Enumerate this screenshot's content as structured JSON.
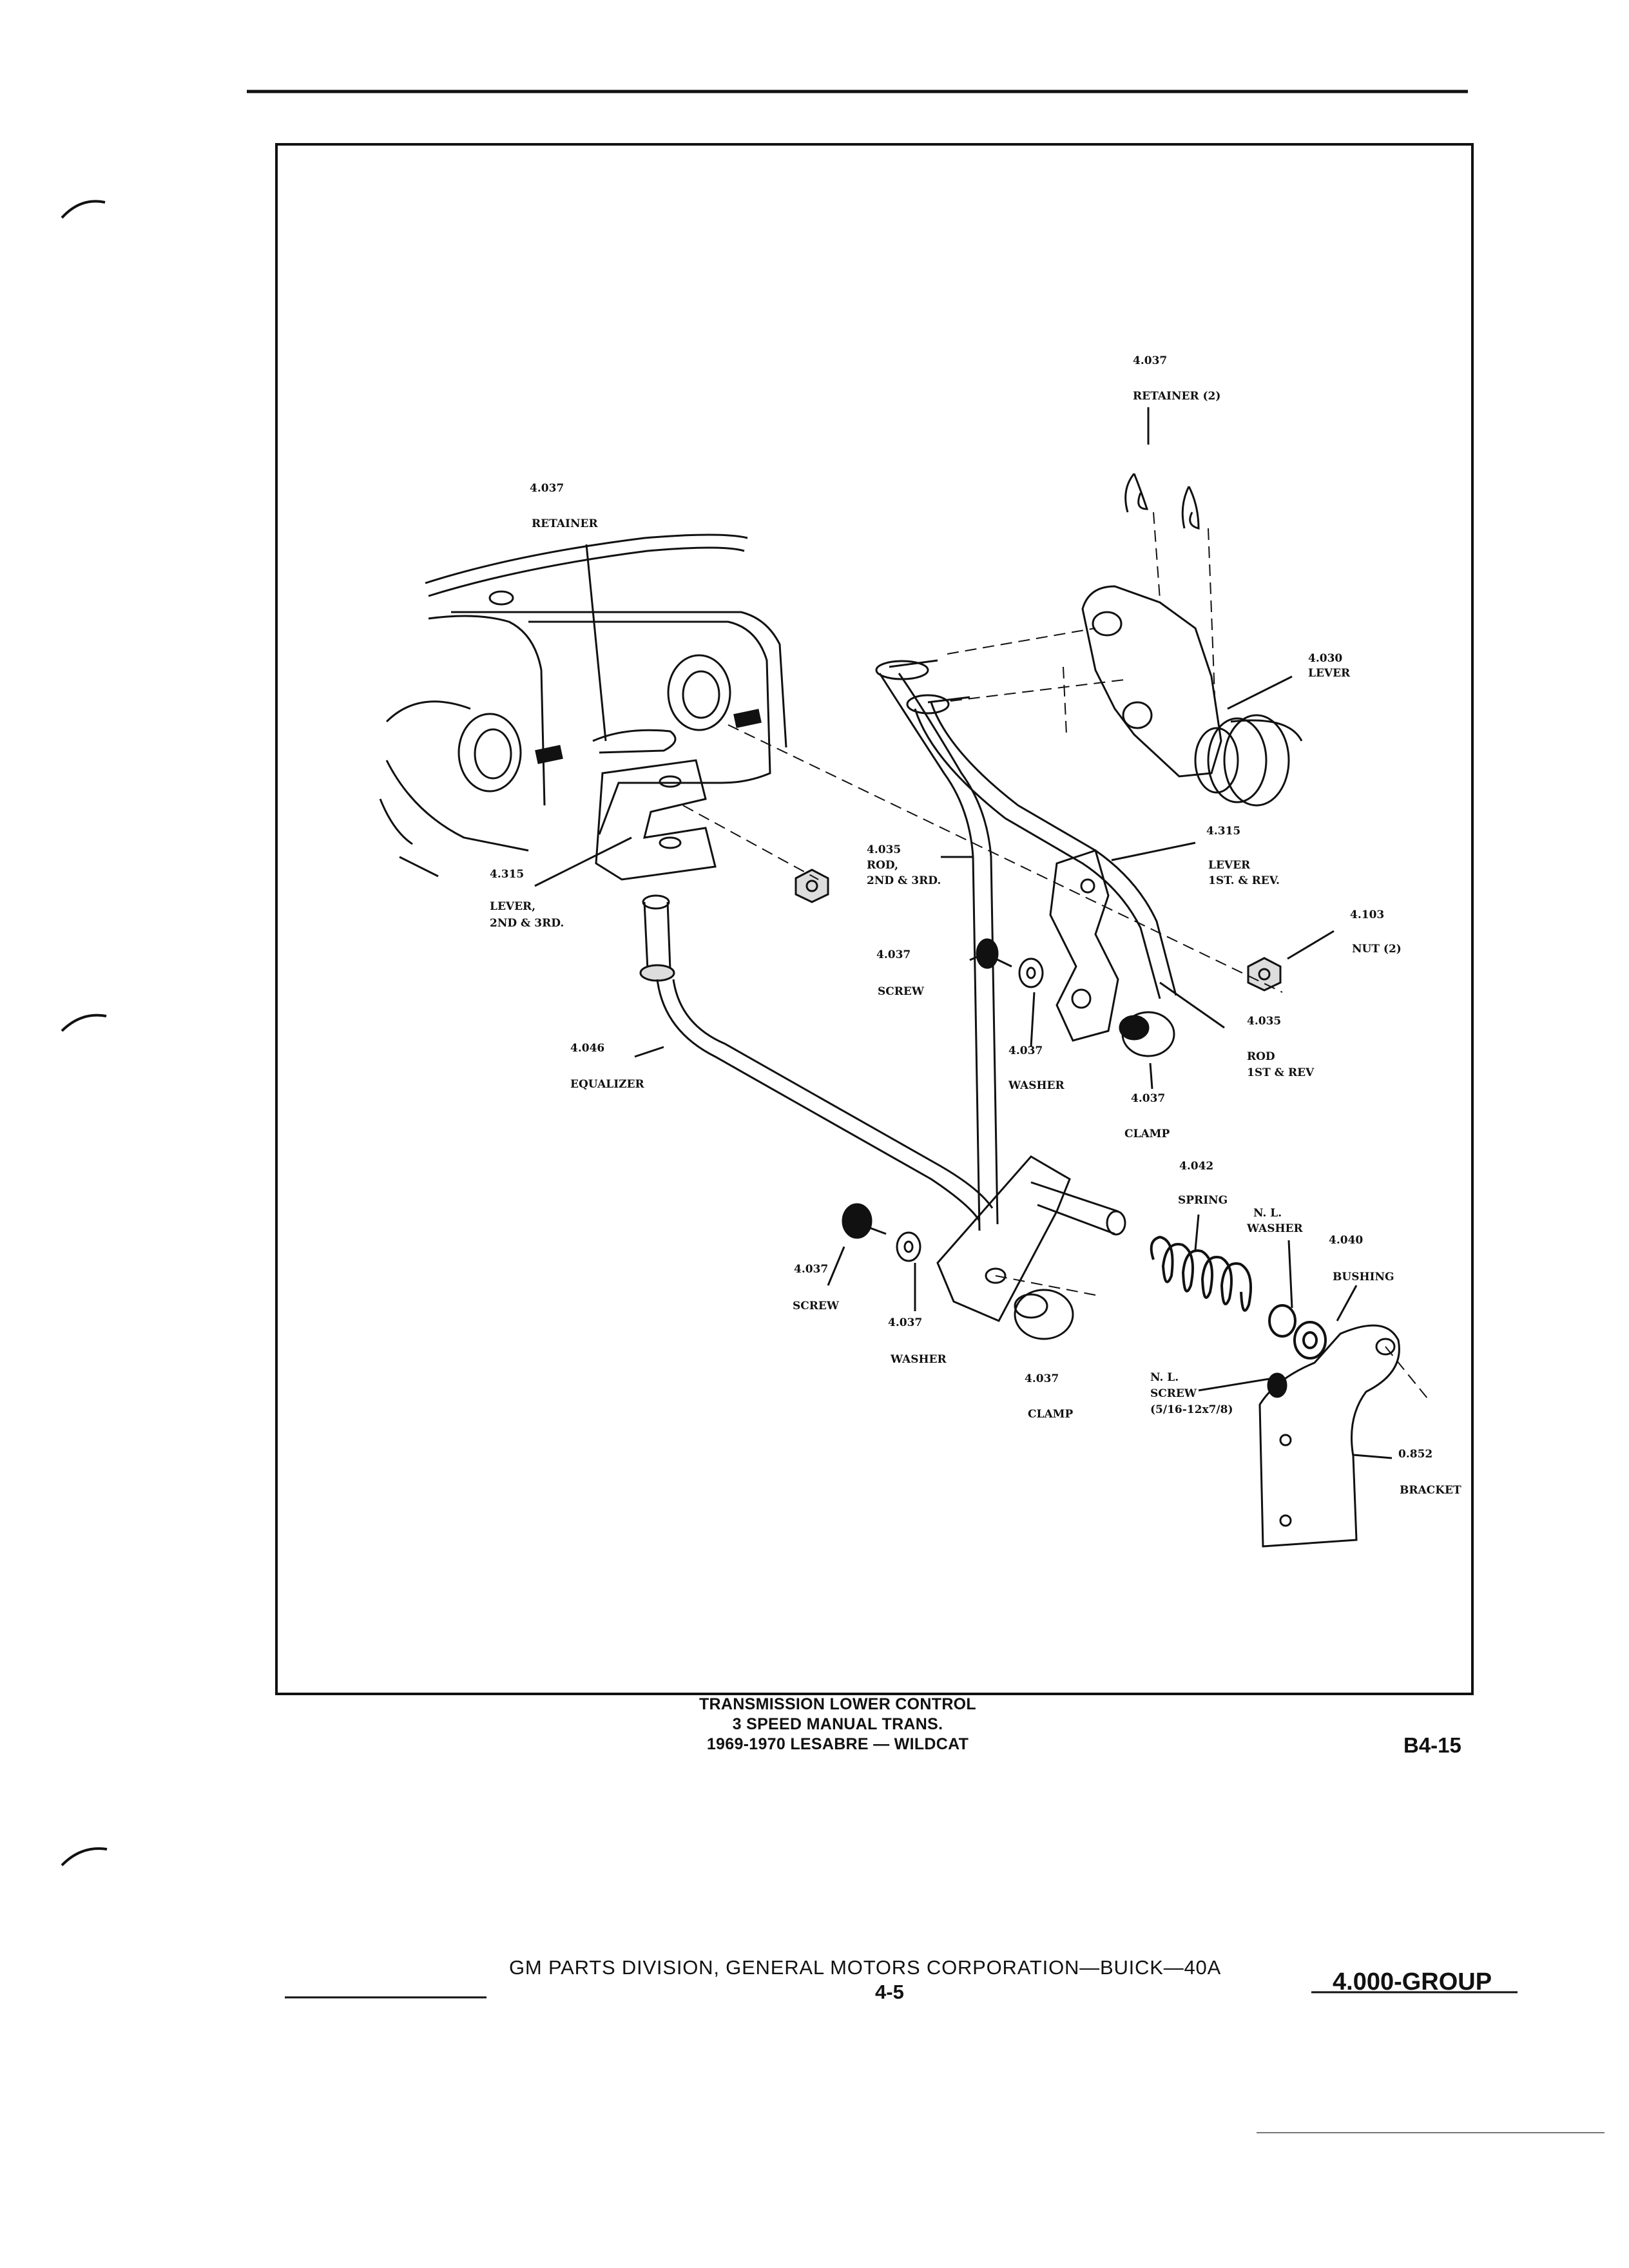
{
  "labels": {
    "retainer_left_num": "4.037",
    "retainer_left": "RETAINER",
    "retainer_top_num": "4.037",
    "retainer_top": "RETAINER (2)",
    "lever_top_num": "4.030",
    "lever_top": "LEVER",
    "lever_1st_num": "4.315",
    "lever_1st_a": "LEVER",
    "lever_1st_b": "1ST. & REV.",
    "nut_num": "4.103",
    "nut": "NUT (2)",
    "rod_23_num": "4.035",
    "rod_23_a": "ROD,",
    "rod_23_b": "2ND & 3RD.",
    "lever_23_num": "4.315",
    "lever_23_a": "LEVER,",
    "lever_23_b": "2ND & 3RD.",
    "screw_mid_num": "4.037",
    "screw_mid": "SCREW",
    "washer_mid_num": "4.037",
    "washer_mid": "WASHER",
    "equalizer_num": "4.046",
    "equalizer": "EQUALIZER",
    "clamp_mid_num": "4.037",
    "clamp_mid": "CLAMP",
    "rod_1st_num": "4.035",
    "rod_1st_a": "ROD",
    "rod_1st_b": "1ST & REV",
    "spring_num": "4.042",
    "spring": "SPRING",
    "nl_washer_a": "N. L.",
    "nl_washer_b": "WASHER",
    "bushing_num": "4.040",
    "bushing": "BUSHING",
    "screw_low_num": "4.037",
    "screw_low": "SCREW",
    "washer_low_num": "4.037",
    "washer_low": "WASHER",
    "clamp_low_num": "4.037",
    "clamp_low": "CLAMP",
    "nl_screw_a": "N. L.",
    "nl_screw_b": "SCREW",
    "nl_screw_c": "(5/16-12x7/8)",
    "bracket_num": "0.852",
    "bracket": "BRACKET"
  },
  "caption": {
    "line1": "TRANSMISSION LOWER CONTROL",
    "line2": "3 SPEED MANUAL TRANS.",
    "line3": "1969-1970 LESABRE — WILDCAT"
  },
  "figure_id": "B4-15",
  "footer": {
    "publisher": "GM PARTS DIVISION, GENERAL MOTORS CORPORATION—BUICK—40A",
    "page": "4-5",
    "group": "4.000-GROUP"
  }
}
